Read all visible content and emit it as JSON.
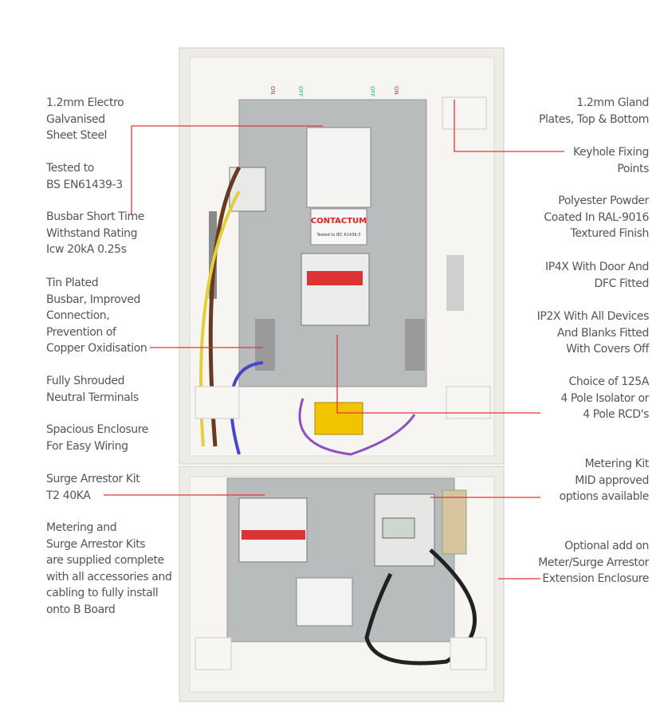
{
  "left_labels": [
    "1.2mm Electro\nGalvanised\nSheet Steel",
    "Tested to\nBS EN61439-3",
    "Busbar Short Time\nWithstand Rating\nIcw 20kA 0.25s",
    "Tin Plated\nBusbar, Improved\nConnection,\nPrevention of\nCopper Oxidisation",
    "Fully Shrouded\nNeutral Terminals",
    "Spacious  Enclosure\nFor Easy Wiring",
    "Surge Arrestor Kit\nT2 40KA",
    "Metering and\nSurge Arrestor Kits\nare supplied complete\nwith all accessories and\ncabling to fully install\nonto B Board"
  ],
  "right_labels": [
    "1.2mm Gland\nPlates, Top & Bottom",
    "Keyhole Fixing\nPoints",
    "Polyester Powder\nCoated  In RAL-9016\nTextured Finish",
    "IP4X With Door And\nDFC Fitted",
    "IP2X With All Devices\nAnd Blanks Fitted\nWith Covers Off",
    "Choice of 125A\n4 Pole Isolator or\n4 Pole  RCD's",
    "Metering Kit\nMID approved\noptions available",
    "Optional add on\nMeter/Surge Arrestor\nExtension Enclosure"
  ],
  "product": {
    "brand_logo": "CONTACTUM",
    "isolator_caption": "Tested to IEC 61439-3",
    "switch_marks": [
      "ON",
      "OFF",
      "OFF",
      "ON"
    ]
  },
  "colors": {
    "leader_line": "#e8323c",
    "text": "#555555",
    "enclosure": "#f1efe9",
    "galvanised": "#b9bcbd"
  }
}
